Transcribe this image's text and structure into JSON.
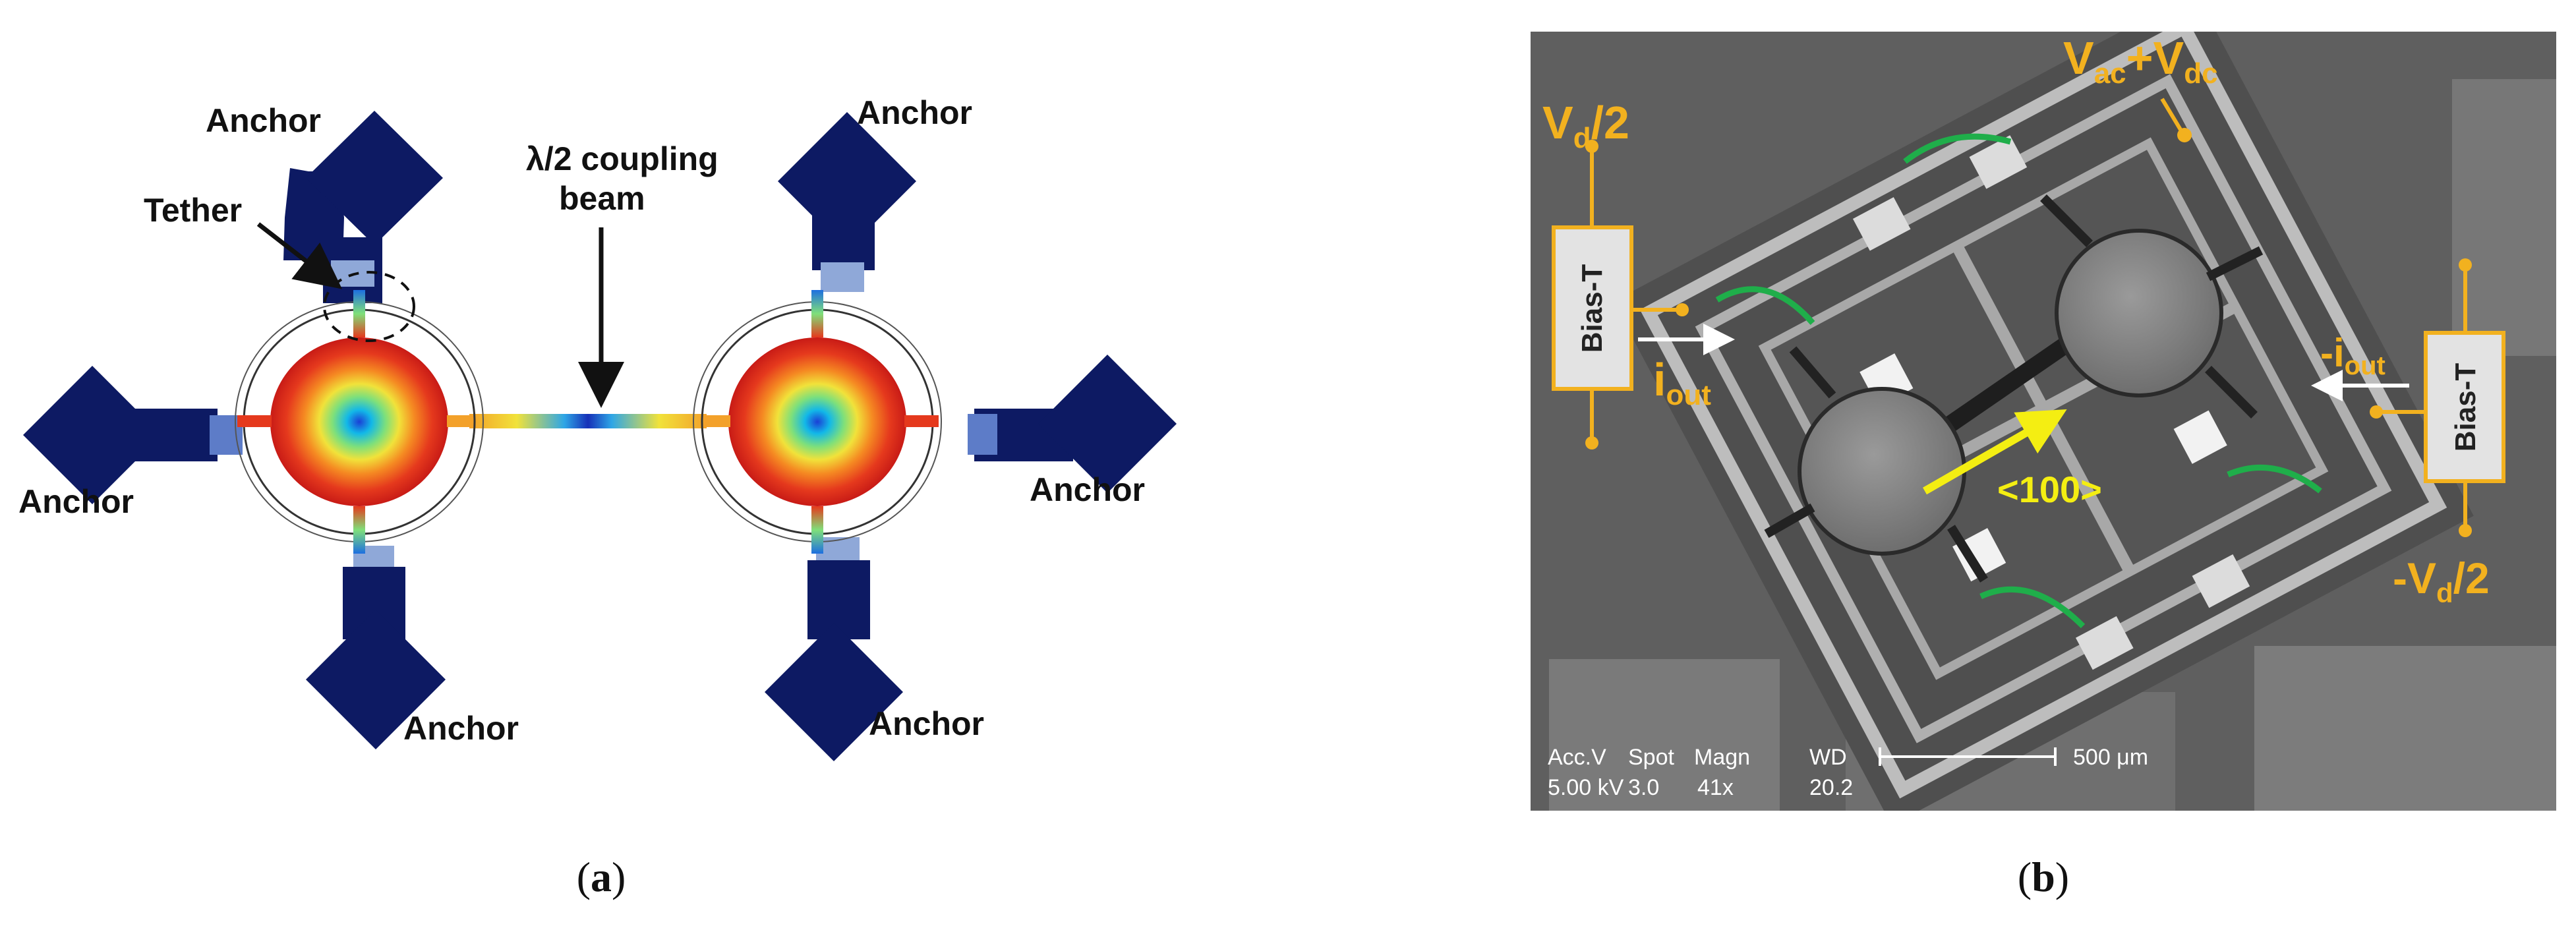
{
  "panel_a": {
    "anchor_label": "Anchor",
    "tether_label": "Tether",
    "coupling_label_line1": "λ/2 coupling",
    "coupling_label_line2": "beam",
    "caption_open": "(",
    "caption_letter": "a",
    "caption_close": ")"
  },
  "panel_b": {
    "bias_t_label": "Bias-T",
    "v_ac": "V",
    "v_ac_sub": "ac",
    "v_plus": "+V",
    "v_dc_sub": "dc",
    "vd_left": "V",
    "vd_left_sub": "d",
    "vd_left_tail": "/2",
    "vd_right_pre": "-V",
    "vd_right_sub": "d",
    "vd_right_tail": "/2",
    "iout_left": "i",
    "iout_left_sub": "out",
    "iout_right": "-i",
    "iout_right_sub": "out",
    "orientation_label": "<100>",
    "sem_row1": [
      "Acc.V",
      "Spot",
      "Magn",
      "WD"
    ],
    "sem_row2": [
      "5.00 kV",
      "3.0",
      "41x",
      "20.2"
    ],
    "scale_bar": "500 μm",
    "caption_open": "(",
    "caption_letter": "b",
    "caption_close": ")"
  },
  "colors": {
    "anchor": "#0d1a63",
    "annotation_yellow": "#f2b11f",
    "arrow_yellow": "#f4ee12",
    "arc_green": "#1fae4a",
    "sem_background": "#6a6a6a"
  }
}
